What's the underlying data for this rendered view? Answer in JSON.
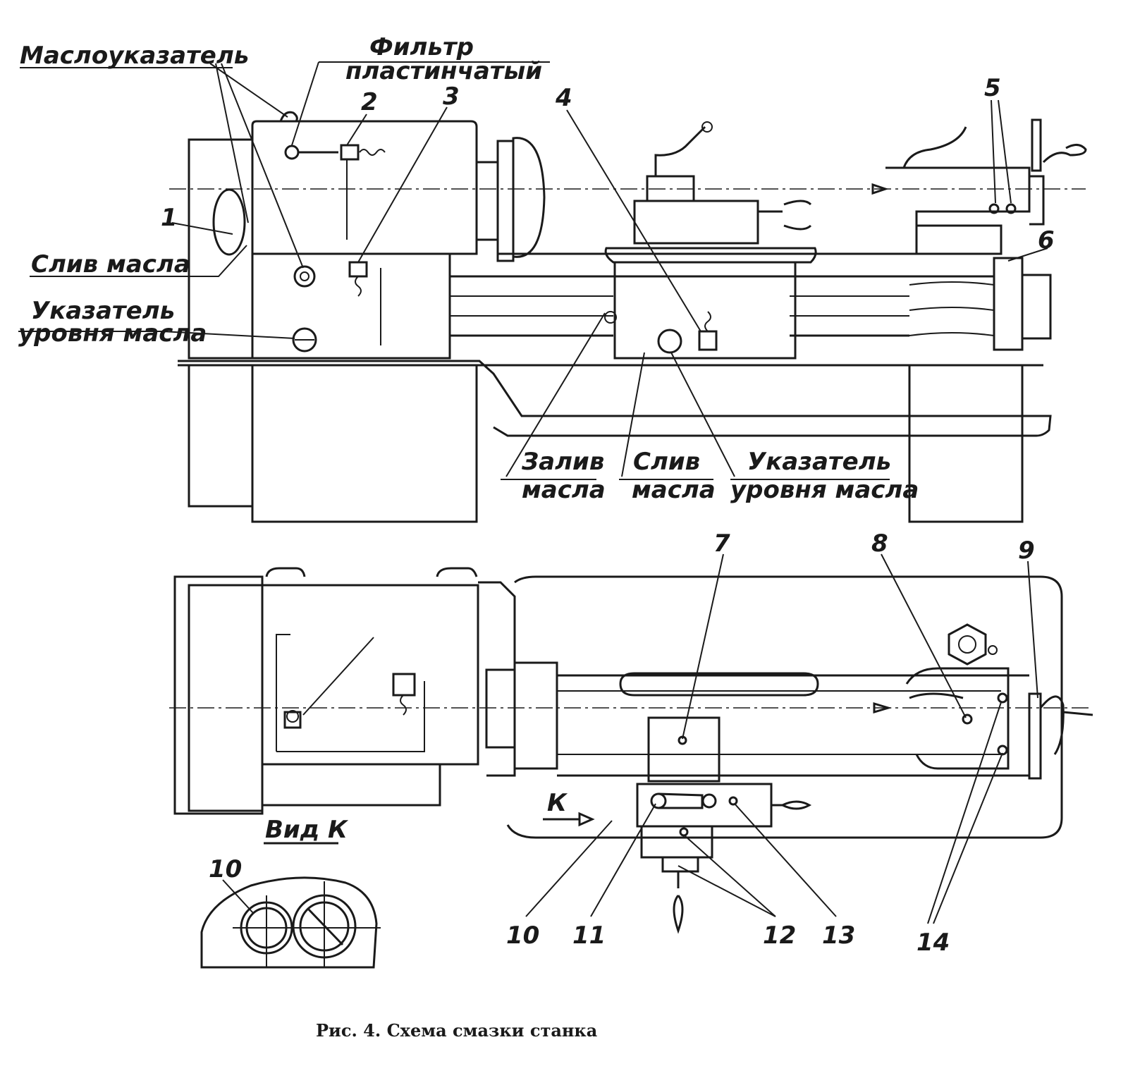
{
  "labels": {
    "oil_indicator": "Маслоуказатель",
    "filter_line1": "Фильтр",
    "filter_line2": "пластинчатый",
    "oil_drain_left": "Слив масла",
    "oil_level_left_line1": "Указатель",
    "oil_level_left_line2": "уровня масла",
    "oil_fill_line1": "Залив",
    "oil_fill_line2": "масла",
    "oil_drain_mid_line1": "Слив",
    "oil_drain_mid_line2": "масла",
    "oil_level_right_line1": "Указатель",
    "oil_level_right_line2": "уровня масла",
    "view_k": "Вид К",
    "arrow_k": "К"
  },
  "callouts": [
    "1",
    "2",
    "3",
    "4",
    "5",
    "6",
    "7",
    "8",
    "9",
    "10",
    "11",
    "12",
    "13",
    "14",
    "10"
  ],
  "caption": "Рис. 4. Схема смазки станка"
}
